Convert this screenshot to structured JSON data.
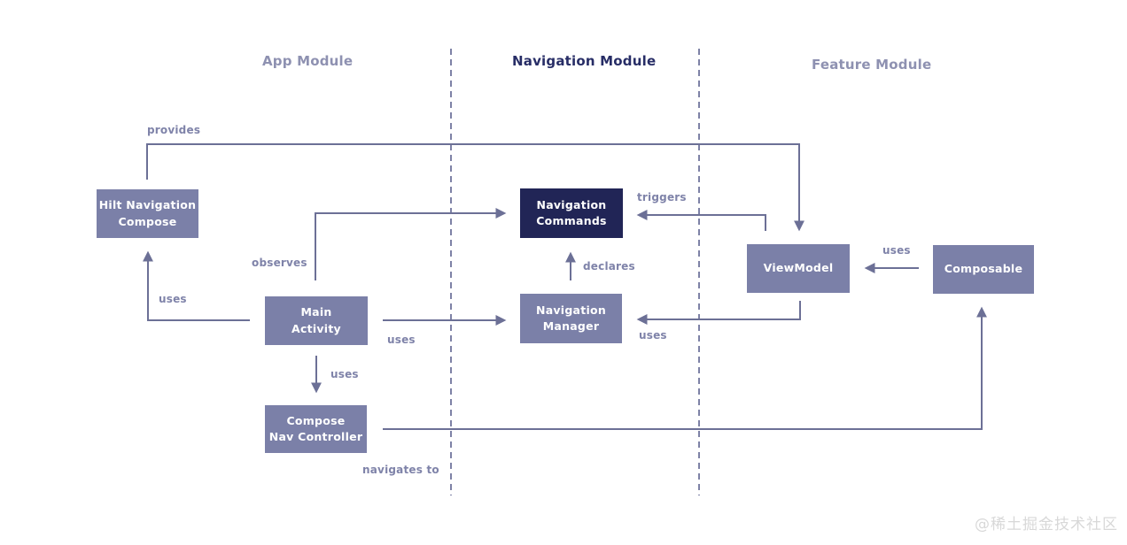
{
  "modules": {
    "app": {
      "label": "App Module"
    },
    "navigation": {
      "label": "Navigation Module"
    },
    "feature": {
      "label": "Feature Module"
    }
  },
  "nodes": {
    "hilt_navigation_compose": {
      "label": "Hilt Navigation\nCompose"
    },
    "main_activity": {
      "label": "Main\nActivity"
    },
    "compose_nav_controller": {
      "label": "Compose\nNav Controller"
    },
    "navigation_commands": {
      "label": "Navigation\nCommands"
    },
    "navigation_manager": {
      "label": "Navigation\nManager"
    },
    "view_model": {
      "label": "ViewModel"
    },
    "composable": {
      "label": "Composable"
    }
  },
  "edges": {
    "provides": {
      "label": "provides"
    },
    "observes": {
      "label": "observes"
    },
    "uses_main_activity_to_hilt": {
      "label": "uses"
    },
    "uses_main_activity_to_navigation_manager": {
      "label": "uses"
    },
    "uses_main_activity_to_compose_nav_controller": {
      "label": "uses"
    },
    "triggers": {
      "label": "triggers"
    },
    "declares": {
      "label": "declares"
    },
    "uses_view_model_to_navigation_manager": {
      "label": "uses"
    },
    "uses_composable_to_view_model": {
      "label": "uses"
    },
    "navigates_to": {
      "label": "navigates to"
    }
  },
  "watermark": {
    "text": "@稀土掘金技术社区"
  },
  "colors": {
    "node_fill": "#7b80a8",
    "node_fill_dark": "#212556",
    "node_text": "#ffffff",
    "connector_line": "#6c7096",
    "edge_label": "#7f83a9",
    "module_title": "#8e91b1",
    "module_title_dark": "#272d66",
    "dashed_divider": "#7e82a6",
    "watermark_text": "#d8d8d8"
  }
}
